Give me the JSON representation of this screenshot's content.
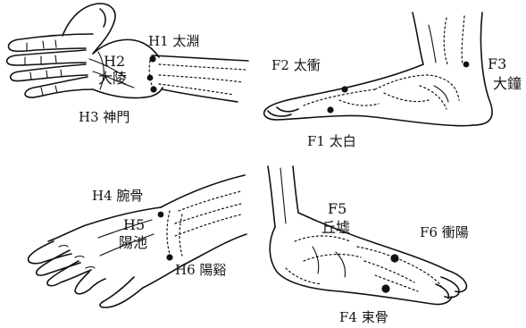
{
  "labels": {
    "h1": "H1 太淵",
    "h2_code": "H2",
    "h2_name": "大陵",
    "h3": "H3 神門",
    "f2": "F2 太衝",
    "f3_code": "F3",
    "f3_name": "大鐘",
    "f1": "F1 太白",
    "h4": "H4 腕骨",
    "h5_code": "H5",
    "h5_name": "陽池",
    "h6": "H6 陽谿",
    "f5_code": "F5",
    "f5_name": "丘墟",
    "f6": "F6 衝陽",
    "f4": "F4 束骨"
  },
  "colors": {
    "ink": "#111111",
    "background": "#ffffff"
  }
}
